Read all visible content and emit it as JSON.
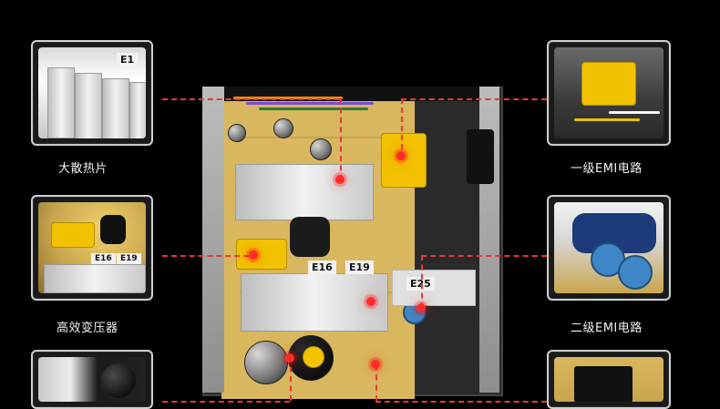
{
  "captions": {
    "heatsink": "大散热片",
    "transformer": "高效变压器",
    "emi1": "一级EMI电路",
    "emi2": "二级EMI电路"
  },
  "labels": {
    "e1": "E1",
    "e16": "E16",
    "e19": "E19",
    "e25": "E25"
  },
  "colors": {
    "accent_red": "#e53935",
    "pcb": "#d9b75e",
    "frame": "#cfcfcf",
    "background": "#000000"
  }
}
